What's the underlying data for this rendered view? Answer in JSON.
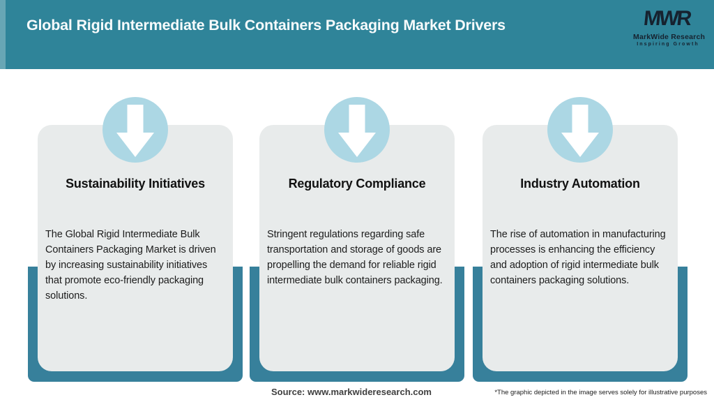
{
  "header": {
    "title": "Global Rigid Intermediate Bulk Containers Packaging Market Drivers"
  },
  "logo": {
    "monogram": "MWR",
    "name": "MarkWide Research",
    "tagline": "Inspiring Growth"
  },
  "cards": [
    {
      "title": "Sustainability Initiatives",
      "body": "The Global Rigid Intermediate Bulk Containers Packaging Market is driven by increasing sustainability initiatives that promote eco-friendly packaging solutions.",
      "icon": "down-arrow-icon"
    },
    {
      "title": "Regulatory Compliance",
      "body": "Stringent regulations regarding safe transportation and storage of goods are propelling the demand for reliable rigid intermediate bulk containers packaging.",
      "icon": "down-arrow-icon"
    },
    {
      "title": "Industry Automation",
      "body": "The rise of automation in manufacturing processes is enhancing the efficiency and adoption of rigid intermediate bulk containers packaging solutions.",
      "icon": "down-arrow-icon"
    }
  ],
  "footer": {
    "source": "Source: www.markwideresearch.com",
    "disclaimer": "*The graphic depicted in the image serves solely for illustrative purposes"
  },
  "colors": {
    "teal": "#2F8499",
    "backplate": "#37809B",
    "card_bg": "#E8EBEB",
    "circle_blue": "#ACD7E4",
    "logo_navy": "#16222F"
  }
}
